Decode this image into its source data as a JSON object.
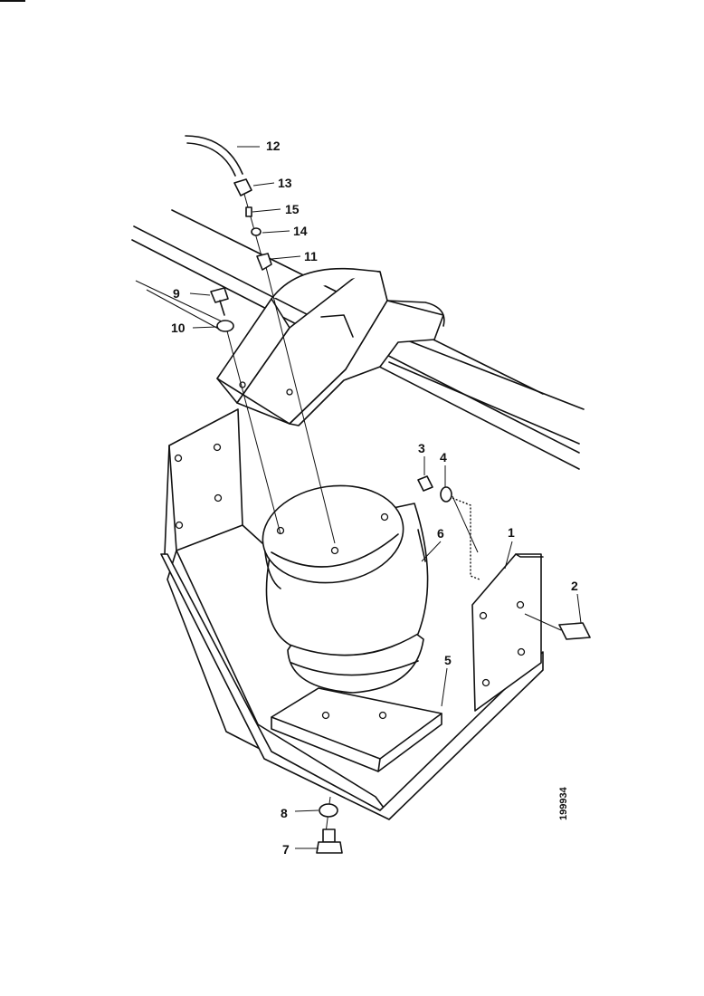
{
  "drawing_number": "199934",
  "part_labels": {
    "p1": "1",
    "p2": "2",
    "p3": "3",
    "p4": "4",
    "p5": "5",
    "p6": "6",
    "p7": "7",
    "p8": "8",
    "p9": "9",
    "p10": "10",
    "p11": "11",
    "p12": "12",
    "p13": "13",
    "p14": "14",
    "p15": "15"
  }
}
